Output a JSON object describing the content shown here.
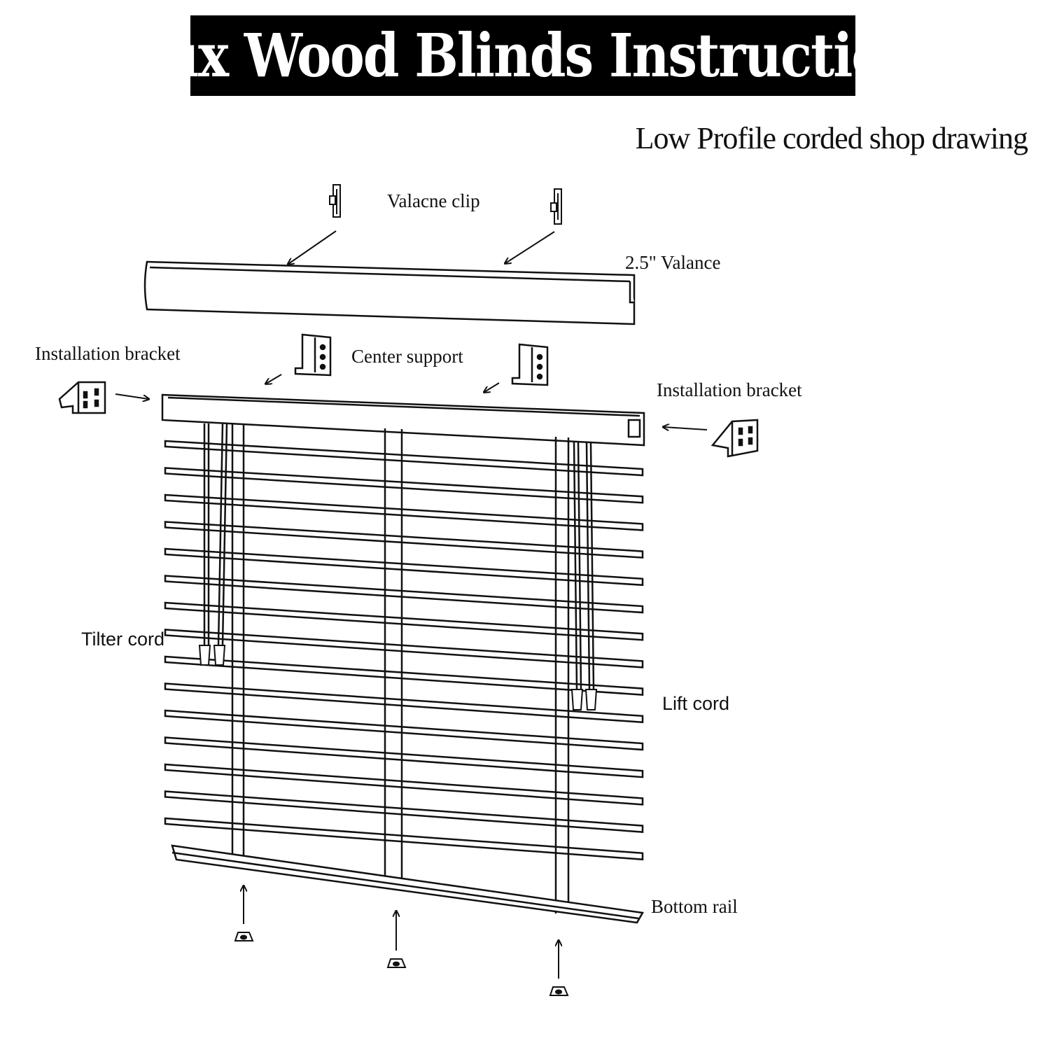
{
  "title": "Faux Wood Blinds Instructions",
  "subtitle": "Low Profile corded shop drawing",
  "labels": {
    "valance_clip": "Valacne clip",
    "valance": "2.5\" Valance",
    "installation_bracket_left": "Installation bracket",
    "center_support": "Center support",
    "installation_bracket_right": "Installation bracket",
    "tilter_cord": "Tilter cord",
    "lift_cord": "Lift cord",
    "bottom_rail": "Bottom rail"
  },
  "slat_count": 15,
  "hold_down_bracket_count": 3,
  "colors": {
    "ink": "#111111",
    "banner": "#000000",
    "banner_text": "#ffffff"
  }
}
